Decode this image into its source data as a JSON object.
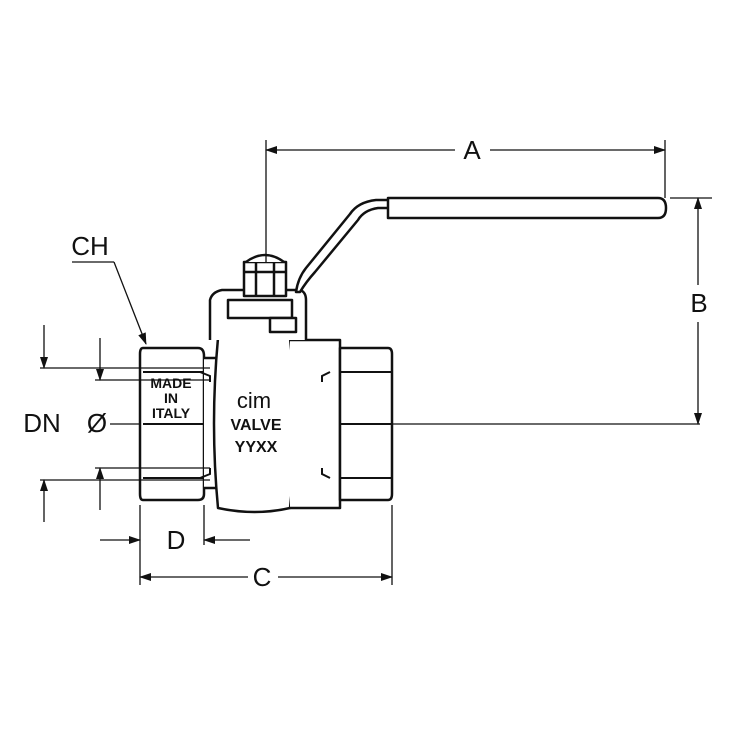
{
  "dimensions": {
    "a": "A",
    "b": "B",
    "c": "C",
    "d": "D",
    "ch": "CH",
    "dn": "DN",
    "diameter": "Ø"
  },
  "body_markings": {
    "made": "MADE",
    "in": "IN",
    "italy": "ITALY",
    "logo": "cim",
    "valve": "VALVE",
    "code": "YYXX"
  },
  "colors": {
    "line": "#111111",
    "background": "#ffffff"
  }
}
